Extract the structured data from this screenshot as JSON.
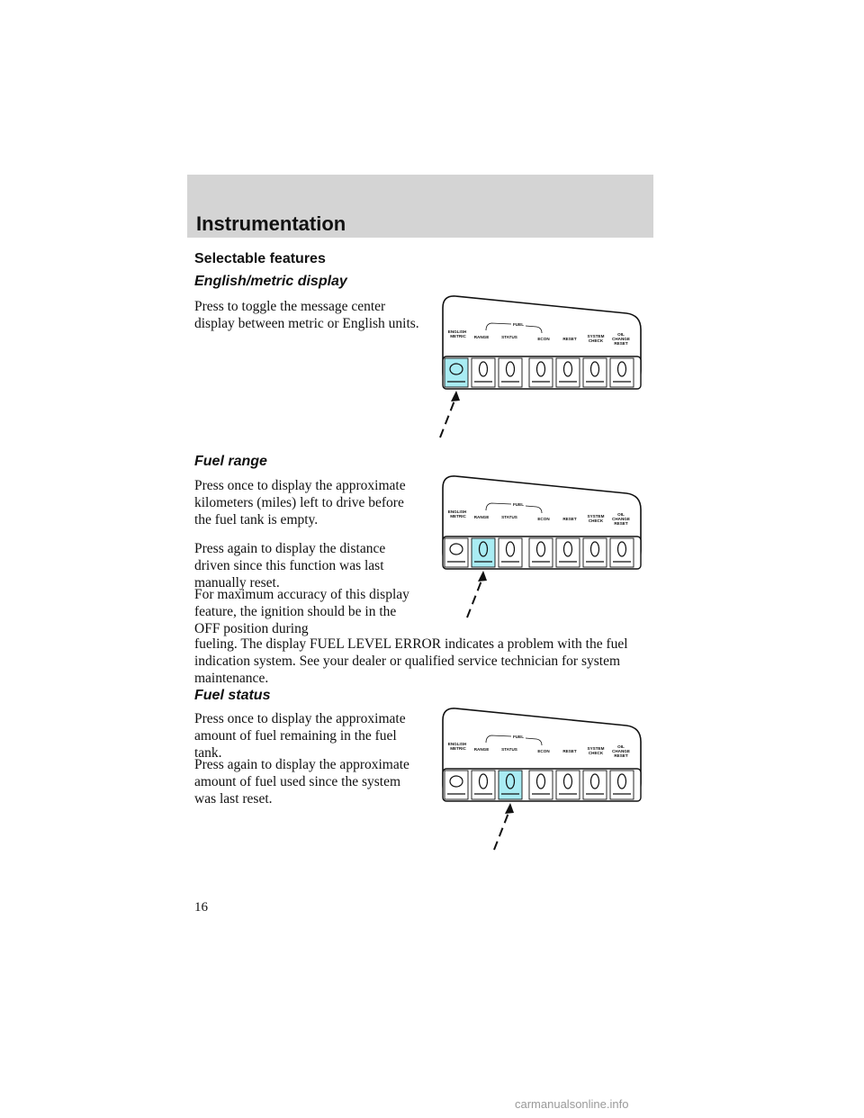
{
  "header": {
    "title": "Instrumentation"
  },
  "section_title": "Selectable features",
  "sections": [
    {
      "heading": "English/metric display",
      "paragraphs": [
        "Press to toggle the message center display between metric or English units."
      ]
    },
    {
      "heading": "Fuel range",
      "paragraphs": [
        "Press once to display the approximate kilometers (miles) left to drive before the fuel tank is empty.",
        "Press again to display the distance driven since this function was last manually reset.",
        "For maximum accuracy of this display feature, the ignition should be in the OFF position during",
        "fueling. The display FUEL LEVEL ERROR indicates a problem with the fuel indication system. See your dealer or qualified service technician for system maintenance."
      ]
    },
    {
      "heading": "Fuel status",
      "paragraphs": [
        "Press once to display the approximate amount of fuel remaining in the fuel tank.",
        "Press again to display the approximate amount of fuel used since the system was last reset."
      ]
    }
  ],
  "panel_labels": {
    "fuel": "FUEL",
    "english_1": "ENGLISH",
    "english_2": "METRIC",
    "range": "RANGE",
    "status": "STATUS",
    "econ": "ECON",
    "reset": "RESET",
    "system_1": "SYSTEM",
    "system_2": "CHECK",
    "oil_1": "OIL",
    "oil_2": "CHANGE",
    "oil_3": "RESET"
  },
  "highlight_color": "#a9ecf3",
  "highlighted_buttons": [
    0,
    1,
    2
  ],
  "page_number": "16",
  "footer": "carmanualsonline.info"
}
